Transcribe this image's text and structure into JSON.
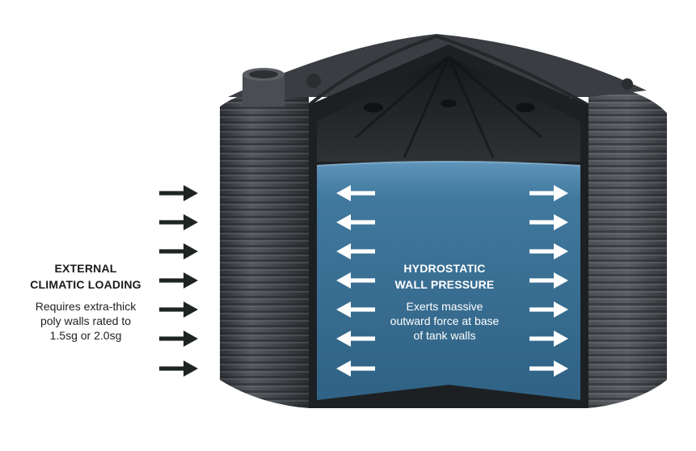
{
  "external": {
    "title_lines": [
      "EXTERNAL",
      "CLIMATIC LOADING"
    ],
    "desc_lines": [
      "Requires extra-thick",
      "poly walls rated to",
      "1.5sg or 2.0sg"
    ]
  },
  "hydrostatic": {
    "title_lines": [
      "HYDROSTATIC",
      "WALL PRESSURE"
    ],
    "desc_lines": [
      "Exerts massive",
      "outward force at base",
      "of tank walls"
    ]
  },
  "colors": {
    "tank_body": "#3e4246",
    "tank_dark": "#1f2225",
    "water": "#3b7196",
    "water_light": "#5c93b8",
    "arrow_dark": "#1e2422",
    "arrow_light": "#ffffff"
  },
  "icons": {
    "external_arrow": "arrow-right-icon",
    "internal_left_arrow": "arrow-left-icon",
    "internal_right_arrow": "arrow-right-icon"
  }
}
